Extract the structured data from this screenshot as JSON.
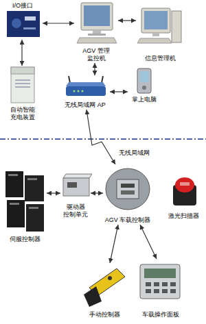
{
  "diagram": {
    "nodes": [
      {
        "text": [
          "I/O接口"
        ]
      },
      {
        "text": [
          "AGV 管理监控机"
        ]
      },
      {
        "text": [
          "信息管理机"
        ]
      },
      {
        "text": [
          "自动智能 充电装置"
        ]
      },
      {
        "text": [
          "无线局域网 AP"
        ]
      },
      {
        "text": [
          "掌上电脑"
        ]
      },
      {
        "text": [
          "伺服控制器"
        ]
      },
      {
        "text": [
          "驱动器 控制单元"
        ]
      },
      {
        "text": [
          "AGV 车载控制器"
        ]
      },
      {
        "text": [
          "激光扫描器"
        ]
      },
      {
        "text": [
          "手动控制器"
        ]
      },
      {
        "text": [
          "车载操作面板"
        ]
      }
    ],
    "edges": [
      {
        "from": 0,
        "to": 1,
        "arrow": "both"
      },
      {
        "from": 1,
        "to": 2,
        "arrow": "both"
      },
      {
        "from": 0,
        "to": 3,
        "arrow": "both"
      },
      {
        "from": 1,
        "to": 4,
        "arrow": "both"
      },
      {
        "from": 4,
        "to": 5,
        "arrow": "both"
      },
      {
        "from": 4,
        "to": 8,
        "label": "无线局域网",
        "arrow": "both"
      },
      {
        "from": 6,
        "to": 7,
        "arrow": "both"
      },
      {
        "from": 7,
        "to": 8,
        "arrow": "both"
      },
      {
        "from": 8,
        "to": 10,
        "arrow": "both"
      },
      {
        "from": 8,
        "to": 11,
        "arrow": "both"
      }
    ]
  }
}
